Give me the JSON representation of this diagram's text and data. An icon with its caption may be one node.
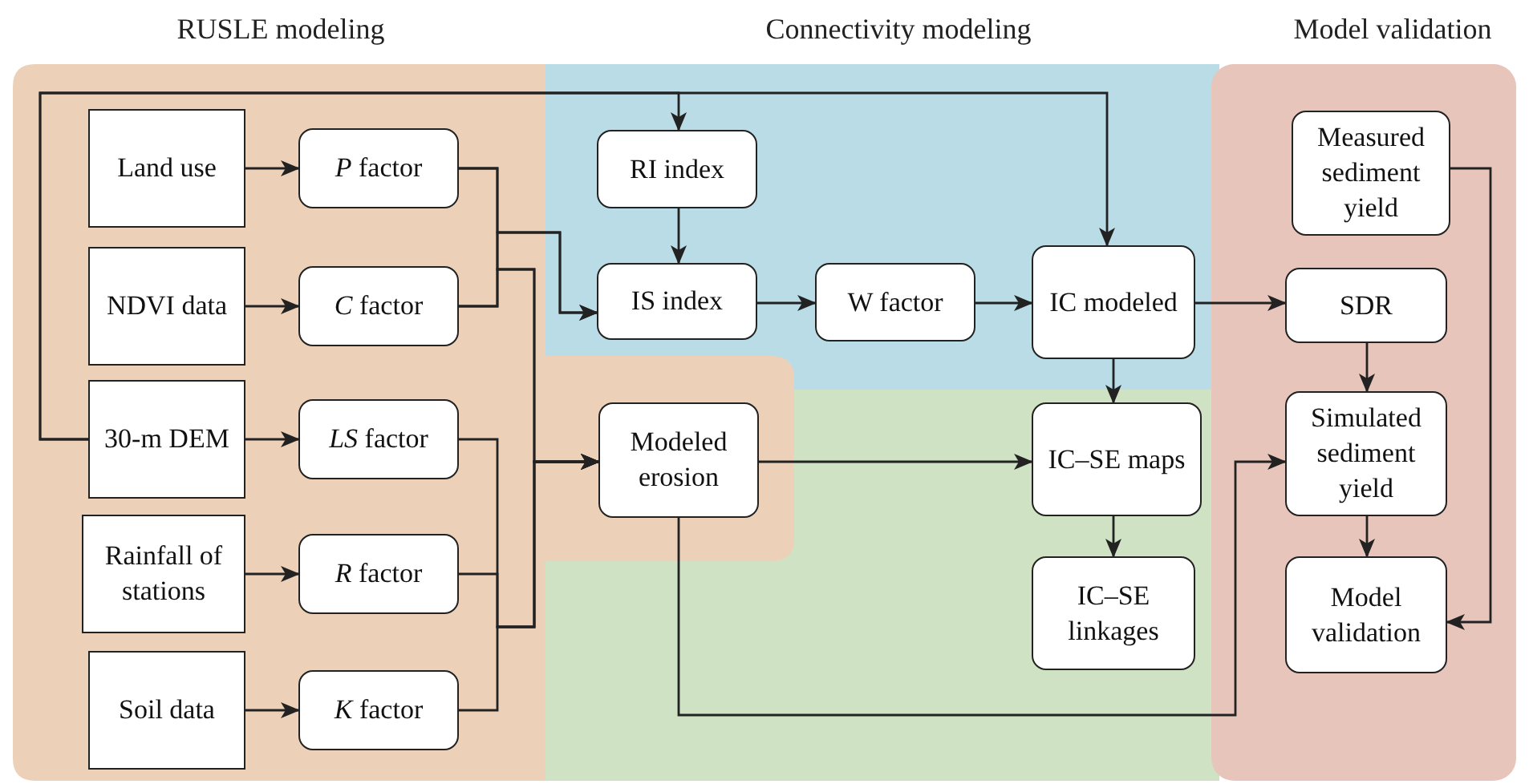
{
  "diagram": {
    "nodes": [
      {
        "text": [
          "Land use"
        ]
      },
      {
        "text": [
          "*P* factor"
        ]
      },
      {
        "text": [
          "NDVI data"
        ]
      },
      {
        "text": [
          "*C* factor"
        ]
      },
      {
        "text": [
          "30-m DEM"
        ]
      },
      {
        "text": [
          "*LS* factor"
        ]
      },
      {
        "text": [
          "Rainfall of stations"
        ]
      },
      {
        "text": [
          "*R* factor"
        ]
      },
      {
        "text": [
          "Soil data"
        ]
      },
      {
        "text": [
          "*K* factor"
        ]
      },
      {
        "text": [
          "Modeled erosion"
        ]
      },
      {
        "text": [
          "RI index"
        ]
      },
      {
        "text": [
          "IS index"
        ]
      },
      {
        "text": [
          "W factor"
        ]
      },
      {
        "text": [
          "IC modeled"
        ]
      },
      {
        "text": [
          "IC–SE maps"
        ]
      },
      {
        "text": [
          "IC–SE linkages"
        ]
      },
      {
        "text": [
          "Measured sediment yield"
        ]
      },
      {
        "text": [
          "SDR"
        ]
      },
      {
        "text": [
          "Simulated sediment yield"
        ]
      },
      {
        "text": [
          "Model validation"
        ]
      }
    ],
    "edges": [
      {
        "from": 0,
        "to": 1,
        "arrow": "to"
      },
      {
        "from": 2,
        "to": 3,
        "arrow": "to"
      },
      {
        "from": 4,
        "to": 5,
        "arrow": "to"
      },
      {
        "from": 6,
        "to": 7,
        "arrow": "to"
      },
      {
        "from": 8,
        "to": 9,
        "arrow": "to"
      },
      {
        "from": 1,
        "to": 12,
        "arrow": "to"
      },
      {
        "from": 3,
        "to": 12,
        "arrow": "to"
      },
      {
        "from": 1,
        "to": 10,
        "arrow": "to"
      },
      {
        "from": 3,
        "to": 10,
        "arrow": "to"
      },
      {
        "from": 5,
        "to": 10,
        "arrow": "to"
      },
      {
        "from": 7,
        "to": 10,
        "arrow": "to"
      },
      {
        "from": 9,
        "to": 10,
        "arrow": "to"
      },
      {
        "from": 4,
        "to": 11,
        "arrow": "to"
      },
      {
        "from": 4,
        "to": 14,
        "arrow": "to"
      },
      {
        "from": 11,
        "to": 12,
        "arrow": "to"
      },
      {
        "from": 12,
        "to": 13,
        "arrow": "to"
      },
      {
        "from": 13,
        "to": 14,
        "arrow": "to"
      },
      {
        "from": 14,
        "to": 18,
        "arrow": "to"
      },
      {
        "from": 14,
        "to": 15,
        "arrow": "to"
      },
      {
        "from": 10,
        "to": 15,
        "arrow": "to"
      },
      {
        "from": 15,
        "to": 16,
        "arrow": "to"
      },
      {
        "from": 10,
        "to": 19,
        "arrow": "to"
      },
      {
        "from": 17,
        "to": 20,
        "arrow": "to"
      },
      {
        "from": 18,
        "to": 19,
        "arrow": "to"
      },
      {
        "from": 19,
        "to": 20,
        "arrow": "to"
      }
    ],
    "labels": [
      "RUSLE modeling",
      "Connectivity modeling",
      "Model validation"
    ]
  }
}
